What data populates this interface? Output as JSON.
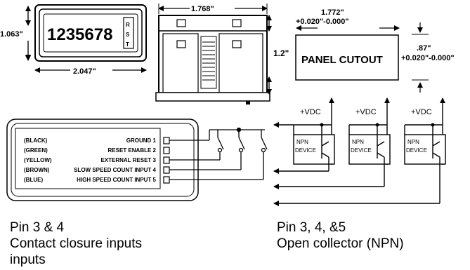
{
  "front_view": {
    "counter_value": "1235678",
    "side_letters": [
      "R",
      "S",
      "T"
    ],
    "height_dim": "1.063\"",
    "width_dim": "2.047\""
  },
  "side_view": {
    "width_dim": "1.768\"",
    "height_dim": "1.2\""
  },
  "panel_cutout": {
    "label": "PANEL CUTOUT",
    "width_dim": "1.772\"",
    "width_tol": "+0.020\"-0.000\"",
    "height_dim": ".87\"",
    "height_tol": "+0.020\"-0.000\""
  },
  "pins": [
    {
      "color": "(BLACK)",
      "name": "GROUND 1"
    },
    {
      "color": "(GREEN)",
      "name": "RESET ENABLE 2"
    },
    {
      "color": "(YELLOW)",
      "name": "EXTERNAL RESET 3"
    },
    {
      "color": "(BROWN)",
      "name": "SLOW SPEED COUNT INPUT 4"
    },
    {
      "color": "(BLUE)",
      "name": "HIGH SPEED COUNT INPUT 5"
    }
  ],
  "npn": {
    "supply_label": "+VDC",
    "device_line1": "NPN",
    "device_line2": "DEVICE"
  },
  "captions": {
    "left_line1": "Pin 3 & 4",
    "left_line2": "Contact closure inputs",
    "left_line3": "inputs",
    "right_line1": "Pin 3, 4, &5",
    "right_line2": "Open collector (NPN)"
  }
}
